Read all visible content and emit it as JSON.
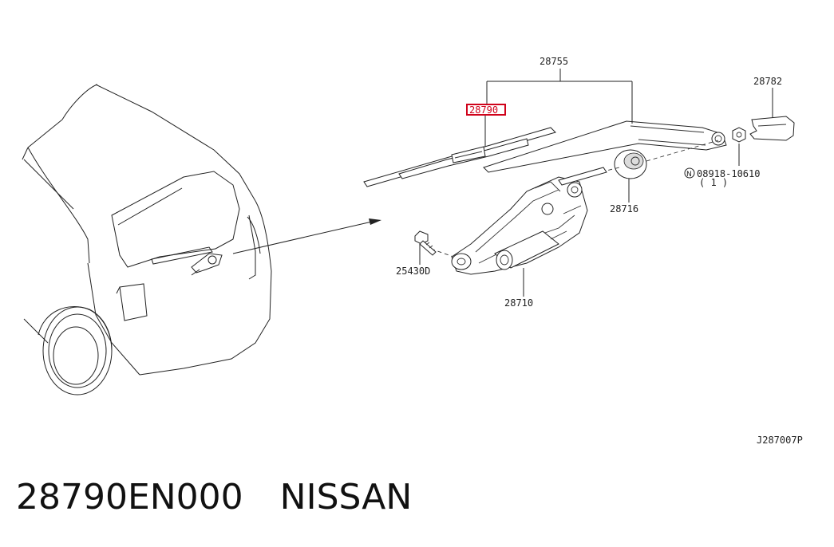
{
  "diagram": {
    "labels": {
      "arm_assembly": "28755",
      "blade": "28790",
      "cap": "28782",
      "nut": "08918-10610",
      "nut_qty": "( 1 )",
      "pivot_seal": "28716",
      "bolt": "25430D",
      "motor": "28710"
    },
    "highlight_color": "#d0021b",
    "figure_code": "J287007P"
  },
  "caption": {
    "part_number": "28790EN000",
    "brand": "NISSAN"
  }
}
